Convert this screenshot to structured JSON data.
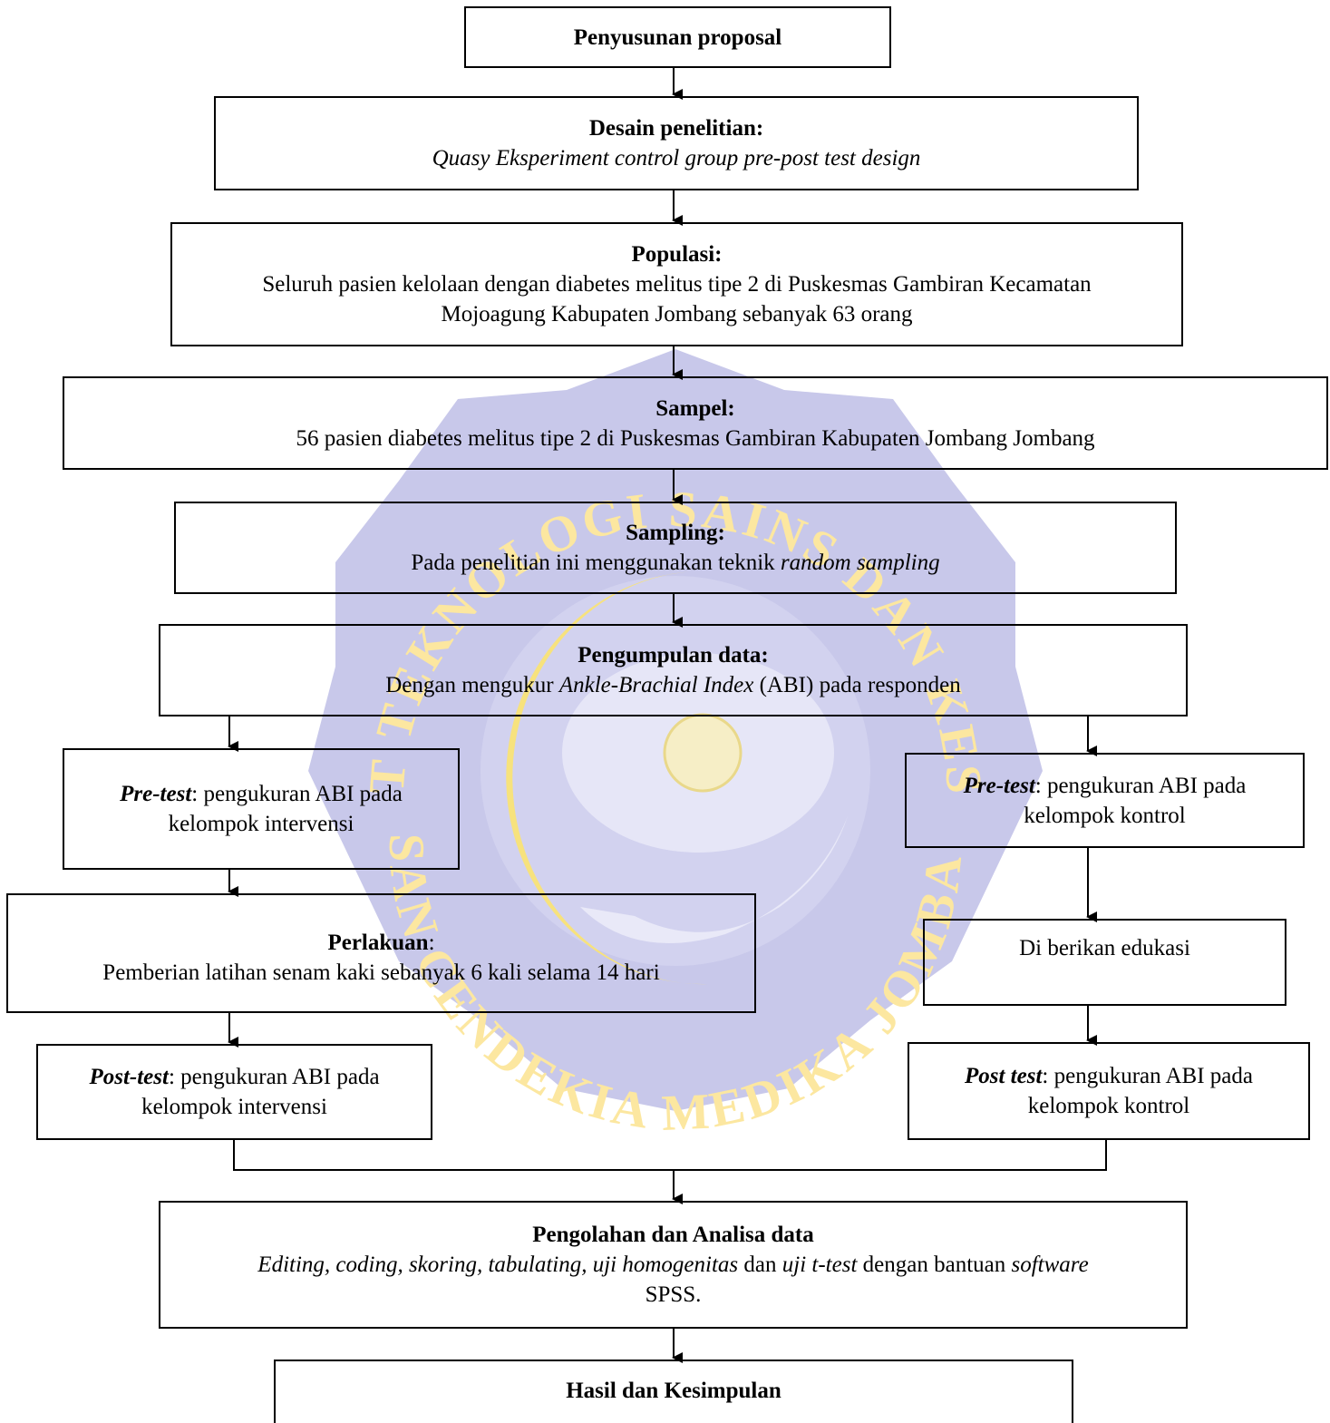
{
  "watermark": {
    "ring_text_top": "INSTITUT TEKNOLOGI SAINS DAN KESEHATAN",
    "ring_text_bottom": "INSAN CENDEKIA MEDIKA JOMBANG",
    "colors": {
      "badge": "#c8c8ea",
      "text": "#fce7a0",
      "moon": "#f7e27d"
    }
  },
  "proposal": {
    "title": "Penyusunan proposal"
  },
  "desain": {
    "title": "Desain penelitian:",
    "text": "Quasy Eksperiment control group pre-post test design"
  },
  "populasi": {
    "title": "Populasi:",
    "line1": "Seluruh pasien kelolaan dengan diabetes melitus tipe 2 di Puskesmas Gambiran Kecamatan",
    "line2": "Mojoagung Kabupaten Jombang sebanyak 63 orang"
  },
  "sampel": {
    "title": "Sampel:",
    "text": "56 pasien diabetes melitus tipe 2 di Puskesmas Gambiran  Kabupaten Jombang Jombang"
  },
  "sampling": {
    "title": "Sampling:",
    "text": "Pada penelitian ini menggunakan teknik ",
    "text_italic": "random sampling"
  },
  "pengumpulan": {
    "title": "Pengumpulan data:",
    "text_pre": "Dengan mengukur ",
    "text_italic": "Ankle-Brachial Index",
    "text_post": " (ABI)  pada responden"
  },
  "pretest_intervensi": {
    "label": "Pre-test",
    "text": ": pengukuran ABI  pada",
    "line2": "kelompok intervensi"
  },
  "perlakuan": {
    "title": "Perlakuan",
    "colon": ":",
    "text": "Pemberian latihan senam kaki sebanyak 6 kali selama 14 hari"
  },
  "posttest_intervensi": {
    "label": "Post-test",
    "text": ": pengukuran ABI pada",
    "line2": "kelompok intervensi"
  },
  "pretest_kontrol": {
    "label": "Pre-test",
    "text": ": pengukuran ABI pada",
    "line2": "kelompok kontrol"
  },
  "edukasi": {
    "text": "Di berikan edukasi"
  },
  "posttest_kontrol": {
    "label": "Post test",
    "text": ": pengukuran ABI  pada",
    "line2": "kelompok kontrol"
  },
  "pengolahan": {
    "title": "Pengolahan dan Analisa data",
    "seg1": "Editing, coding, skoring, tabulating, uji homogenitas",
    "seg2": " dan ",
    "seg3": "uji t-test",
    "seg4": " dengan bantuan ",
    "seg5": "software",
    "line2": "SPSS."
  },
  "hasil": {
    "title": "Hasil dan Kesimpulan"
  }
}
